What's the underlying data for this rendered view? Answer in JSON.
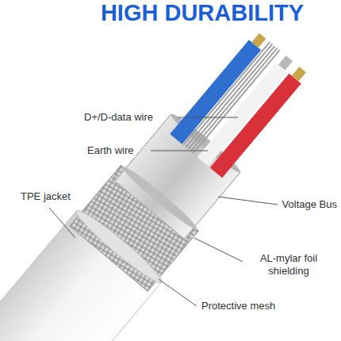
{
  "diagram": {
    "title": "HIGH DURABILITY",
    "labels": [
      "D+/D-data wire",
      "Earth wire",
      "TPE jacket",
      "Voltage Bus",
      "AL-mylar foil shielding",
      "Protective mesh"
    ]
  }
}
